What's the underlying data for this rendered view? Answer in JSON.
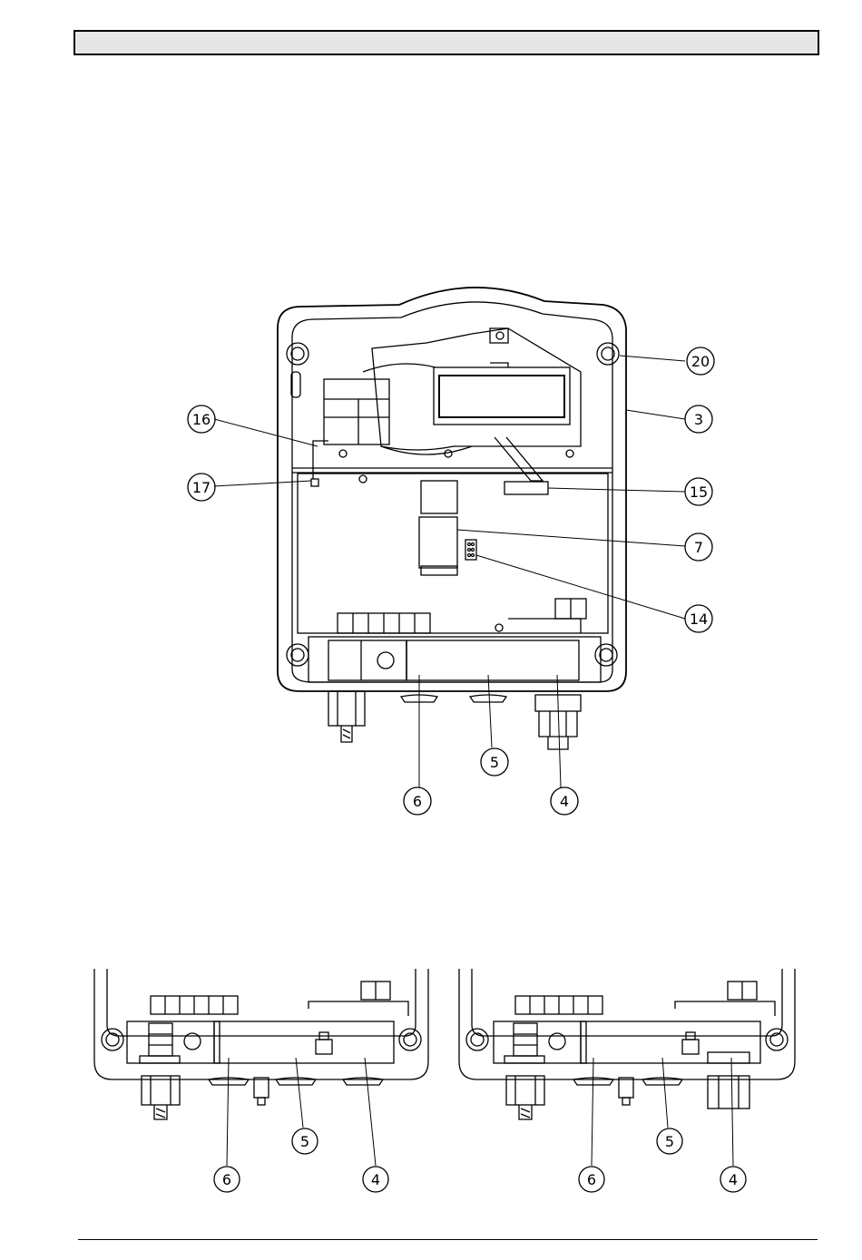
{
  "header": {
    "text": ""
  },
  "main_drawing": {
    "callouts": {
      "c20": "20",
      "c3": "3",
      "c16": "16",
      "c17": "17",
      "c15": "15",
      "c7": "7",
      "c14": "14",
      "c6": "6",
      "c5": "5",
      "c4": "4"
    }
  },
  "detail_left": {
    "callouts": {
      "c6": "6",
      "c5": "5",
      "c4": "4"
    }
  },
  "detail_right": {
    "callouts": {
      "c6": "6",
      "c5": "5",
      "c4": "4"
    }
  }
}
